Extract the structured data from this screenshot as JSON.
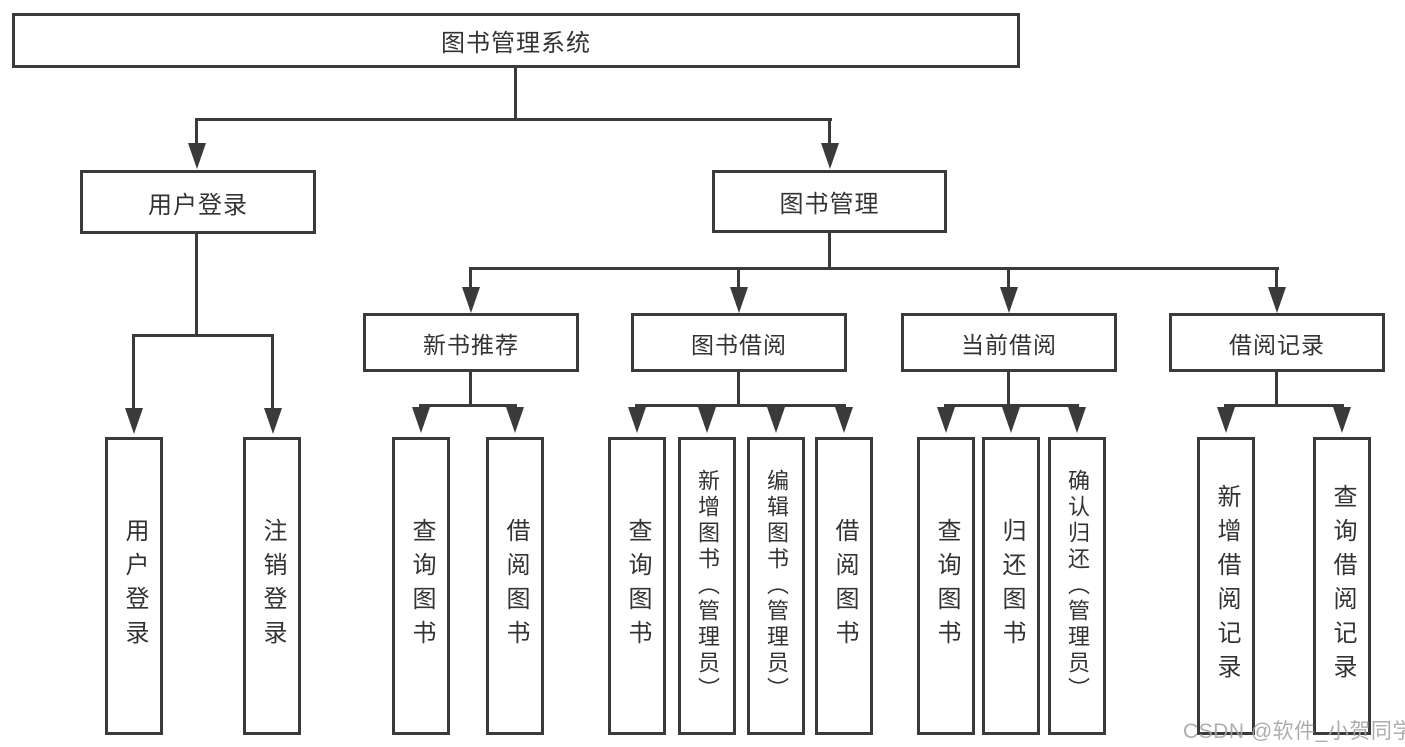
{
  "tree": {
    "root": "图书管理系统",
    "branches": [
      {
        "label": "用户登录",
        "children": [
          "用户登录",
          "注销登录"
        ]
      },
      {
        "label": "图书管理",
        "children": [
          {
            "label": "新书推荐",
            "children": [
              "查询图书",
              "借阅图书"
            ]
          },
          {
            "label": "图书借阅",
            "children": [
              "查询图书",
              "新增图书（管理员）",
              "编辑图书（管理员）",
              "借阅图书"
            ]
          },
          {
            "label": "当前借阅",
            "children": [
              "查询图书",
              "归还图书",
              "确认归还（管理员）"
            ]
          },
          {
            "label": "借阅记录",
            "children": [
              "新增借阅记录",
              "查询借阅记录"
            ]
          }
        ]
      }
    ]
  },
  "watermark": "CSDN @软件_小贺同学",
  "colors": {
    "line": "#3a3a3a",
    "text": "#333333",
    "watermark": "#a6a6a6",
    "background": "#ffffff"
  }
}
